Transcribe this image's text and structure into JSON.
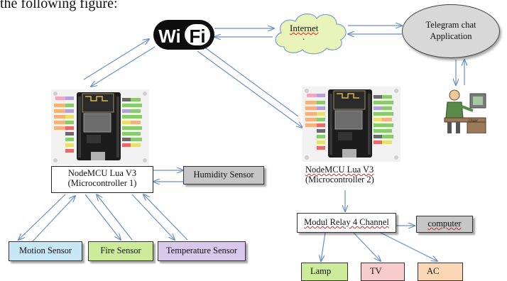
{
  "caption": "the following figure:",
  "wifi": {
    "label": "WiFi"
  },
  "internet": {
    "label": "Internet",
    "sublabel": "."
  },
  "telegram": {
    "line1": "Telegram chat",
    "line2": "Application"
  },
  "user": {
    "label": "User"
  },
  "mcu1": {
    "line1": "NodeMCU Lua V3",
    "line2": "(Microcontroller 1)"
  },
  "mcu2": {
    "line1": "NodeMCU Lua V3",
    "line2": "(Microcontroller 2)"
  },
  "humidity_sensor": {
    "label": "Humidity Sensor",
    "color": "#c6c6c6"
  },
  "motion_sensor": {
    "label": "Motion Sensor",
    "color": "#c7e6f6"
  },
  "fire_sensor": {
    "label": "Fire Sensor",
    "color": "#ccec9c"
  },
  "temperature_sensor": {
    "label": "Temperature Sensor",
    "color": "#d8c8ec"
  },
  "relay": {
    "label": "Modul Relay 4 Channel"
  },
  "computer": {
    "label": "computer",
    "color": "#c6c6c6"
  },
  "lamp": {
    "label": "Lamp",
    "color": "#ccec9c"
  },
  "tv": {
    "label": "TV",
    "color": "#f6cccc"
  },
  "ac": {
    "label": "AC",
    "color": "#fbd7b5"
  },
  "colors": {
    "arrow": "#6a8fc4",
    "cloud": "#e8f4b8",
    "telegram": "#d8d8d8"
  }
}
